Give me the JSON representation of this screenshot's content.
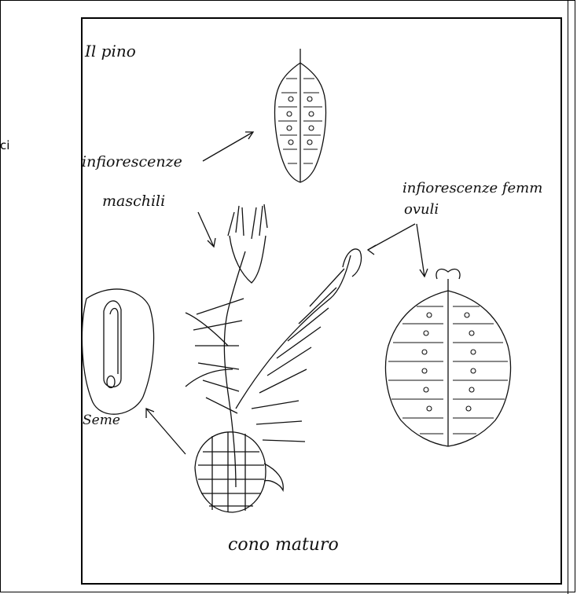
{
  "edge_text": "ci",
  "drawing": {
    "title": "Il pino",
    "labels": {
      "male_inflorescence_line1": "infiorescenze",
      "male_inflorescence_line2": "maschili",
      "female_inflorescence_line1": "infiorescenze femm",
      "female_inflorescence_line2": "ovuli",
      "seed": "Seme",
      "mature_cone": "cono maturo"
    }
  }
}
